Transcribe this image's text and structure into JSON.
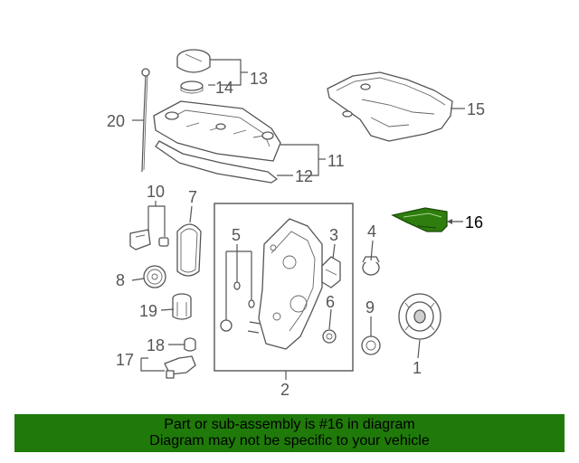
{
  "diagram": {
    "callouts": {
      "c1": "1",
      "c2": "2",
      "c3": "3",
      "c4": "4",
      "c5": "5",
      "c6": "6",
      "c7": "7",
      "c8": "8",
      "c9": "9",
      "c10": "10",
      "c11": "11",
      "c12": "12",
      "c13": "13",
      "c14": "14",
      "c15": "15",
      "c16": "16",
      "c17": "17",
      "c18": "18",
      "c19": "19",
      "c20": "20"
    },
    "highlight_color": "#2e7d0e"
  },
  "banner": {
    "line1": "Part or sub-assembly is #16 in diagram",
    "line2": "Diagram may not be specific to your vehicle",
    "background_color": "#1f7a0a"
  }
}
